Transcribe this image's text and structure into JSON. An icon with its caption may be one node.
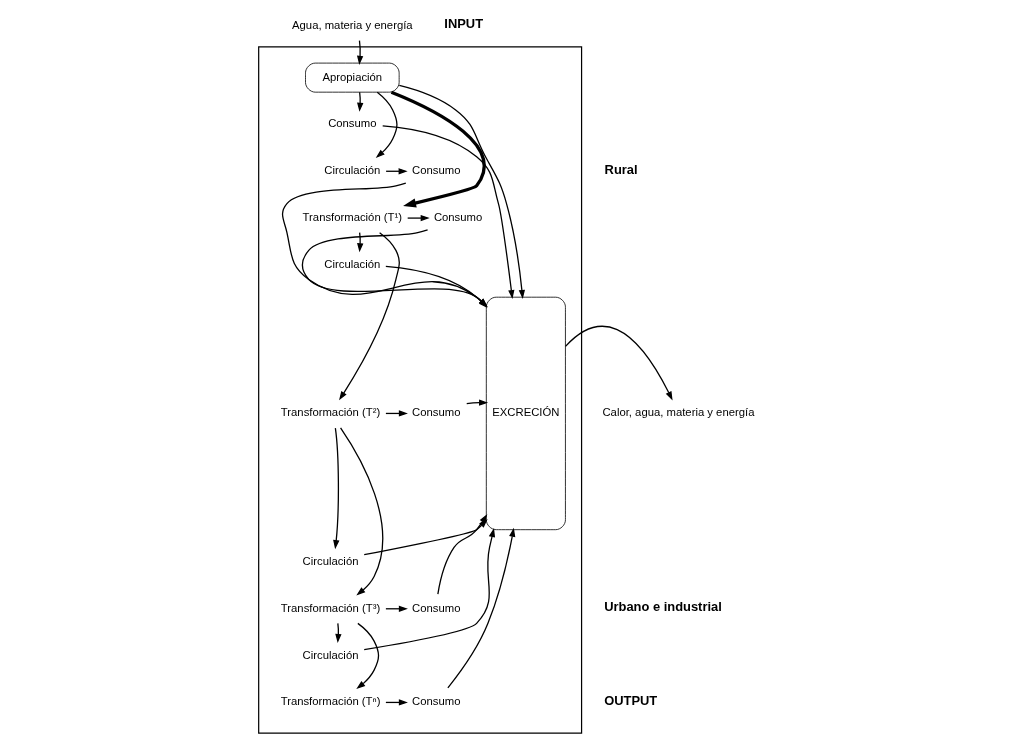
{
  "diagram": {
    "nodes": [
      {
        "text": [],
        "shape": "box"
      },
      {
        "text": [
          "Agua, materia y energía"
        ]
      },
      {
        "text": [
          "Apropiación"
        ],
        "in": 0
      },
      {
        "text": [
          "Consumo"
        ],
        "in": 0
      },
      {
        "text": [
          "Circulación"
        ],
        "in": 0
      },
      {
        "text": [
          "Consumo"
        ],
        "in": 0
      },
      {
        "text": [
          "Transformación (T¹)"
        ],
        "in": 0
      },
      {
        "text": [
          "Consumo"
        ],
        "in": 0
      },
      {
        "text": [
          "Circulación"
        ],
        "in": 0
      },
      {
        "text": [
          "Transformación (T²)"
        ],
        "in": 0
      },
      {
        "text": [
          "Consumo"
        ],
        "in": 0
      },
      {
        "text": [
          "Circulación"
        ],
        "in": 0
      },
      {
        "text": [
          "Transformación (T³)"
        ],
        "in": 0
      },
      {
        "text": [
          "Consumo"
        ],
        "in": 0
      },
      {
        "text": [
          "Circulación"
        ],
        "in": 0
      },
      {
        "text": [
          "Transformación (Tⁿ)"
        ],
        "in": 0
      },
      {
        "text": [
          "Consumo"
        ],
        "in": 0
      },
      {
        "text": [
          "EXCRECIÓN"
        ],
        "in": 0
      },
      {
        "text": [
          "Calor, agua, materia y energía"
        ]
      }
    ],
    "edges": [
      {
        "from": 1,
        "to": 2,
        "arrow": "to"
      },
      {
        "from": 2,
        "to": 3,
        "arrow": "to"
      },
      {
        "from": 2,
        "to": 17,
        "arrow": "to"
      },
      {
        "from": 2,
        "to": 6,
        "arrow": "to",
        "style": "thick"
      },
      {
        "from": 2,
        "to": 4,
        "arrow": "to"
      },
      {
        "from": 3,
        "to": 17,
        "arrow": "to"
      },
      {
        "from": 4,
        "to": 5,
        "arrow": "to"
      },
      {
        "from": 5,
        "to": 17,
        "arrow": "to"
      },
      {
        "from": 6,
        "to": 7,
        "arrow": "to"
      },
      {
        "from": 7,
        "to": 17,
        "arrow": "to"
      },
      {
        "from": 6,
        "to": 9,
        "arrow": "to"
      },
      {
        "from": 6,
        "to": 8,
        "arrow": "to"
      },
      {
        "from": 8,
        "to": 17,
        "arrow": "to"
      },
      {
        "from": 9,
        "to": 10,
        "arrow": "to"
      },
      {
        "from": 10,
        "to": 17,
        "arrow": "to"
      },
      {
        "from": 9,
        "to": 12,
        "arrow": "to"
      },
      {
        "from": 9,
        "to": 11,
        "arrow": "to"
      },
      {
        "from": 11,
        "to": 17,
        "arrow": "to"
      },
      {
        "from": 12,
        "to": 13,
        "arrow": "to"
      },
      {
        "from": 13,
        "to": 17,
        "arrow": "to"
      },
      {
        "from": 12,
        "to": 15,
        "arrow": "to"
      },
      {
        "from": 12,
        "to": 14,
        "arrow": "to"
      },
      {
        "from": 14,
        "to": 17,
        "arrow": "to"
      },
      {
        "from": 15,
        "to": 16,
        "arrow": "to"
      },
      {
        "from": 16,
        "to": 17,
        "arrow": "to"
      },
      {
        "from": 17,
        "to": 18,
        "arrow": "to"
      }
    ],
    "labels": [
      "INPUT",
      "Rural",
      "Urbano e industrial",
      "OUTPUT"
    ]
  }
}
